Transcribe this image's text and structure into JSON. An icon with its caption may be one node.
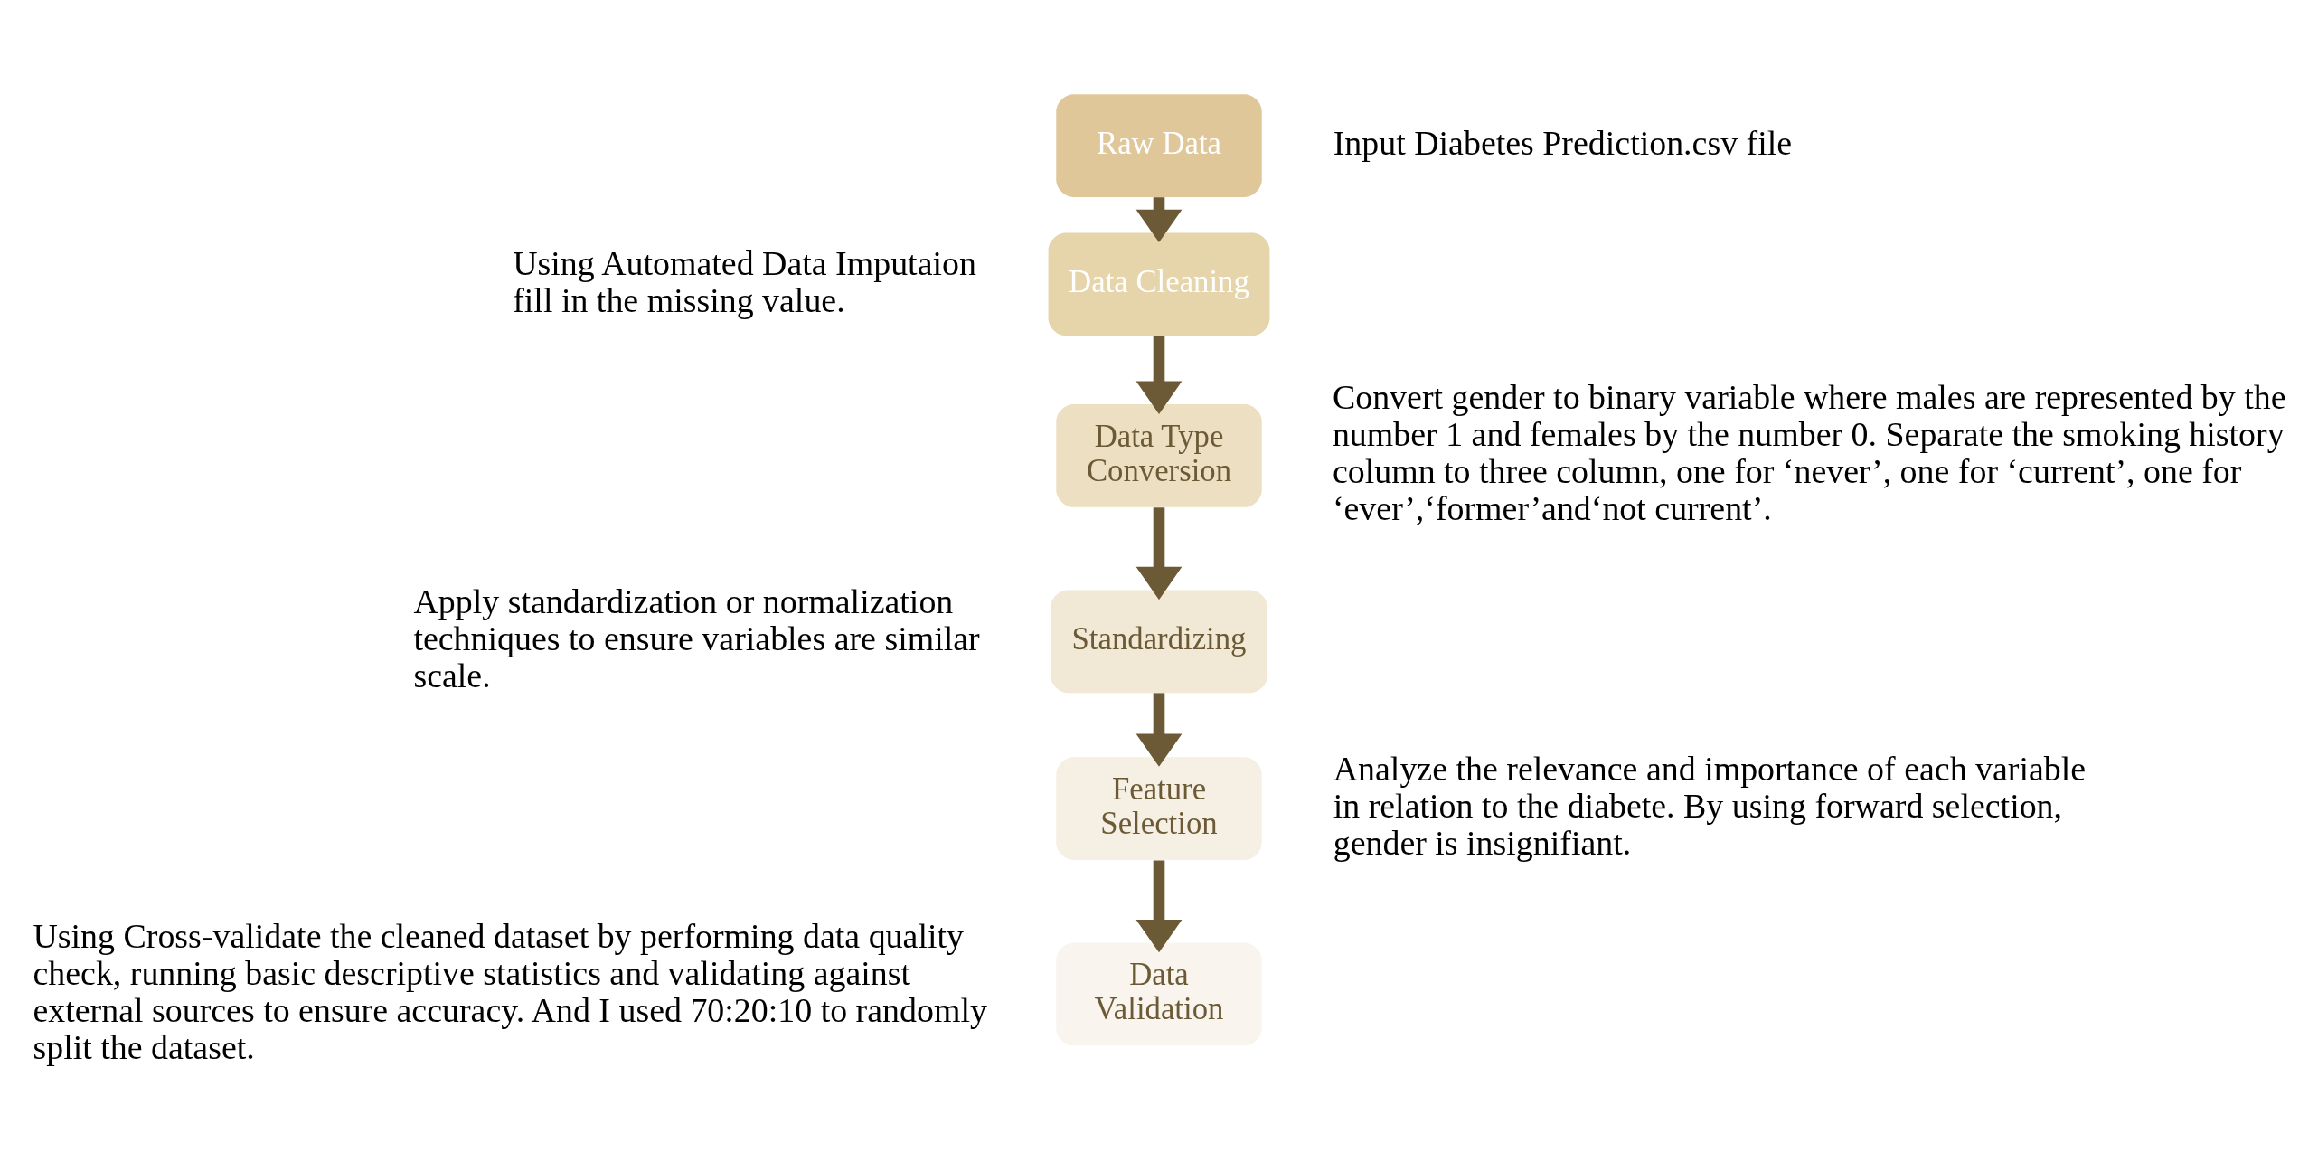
{
  "diagram": {
    "nodes": [
      {
        "text": [
          "Raw Data"
        ],
        "beside": [
          "Input Diabetes Prediction.csv file"
        ]
      },
      {
        "text": [
          "Data Cleaning"
        ],
        "beside": [
          "Using Automated Data Imputaion fill in the missing value."
        ]
      },
      {
        "text": [
          "Data Type Conversion"
        ],
        "beside": [
          "Convert gender to binary variable where males are represented by the number 1 and females by the number 0. Separate the smoking history column to three column, one for ‘never’, one for ‘current’, one for ‘ever’,‘former’and‘not current’."
        ]
      },
      {
        "text": [
          "Standardizing"
        ],
        "beside": [
          "Apply standardization or normalization techniques to ensure variables are similar scale."
        ]
      },
      {
        "text": [
          "Feature Selection"
        ],
        "beside": [
          "Analyze the relevance and importance of each variable in relation to the diabete. By using forward selection, gender is insignifiant."
        ]
      },
      {
        "text": [
          "Data Validation"
        ],
        "beside": [
          "Using Cross-validate the cleaned dataset by performing data quality check, running basic descriptive statistics and validating against external sources to ensure accuracy. And I used 70:20:10 to randomly split the dataset."
        ]
      }
    ],
    "edges": [
      {
        "from": 0,
        "to": 1,
        "arrow": "to"
      },
      {
        "from": 1,
        "to": 2,
        "arrow": "to"
      },
      {
        "from": 2,
        "to": 3,
        "arrow": "to"
      },
      {
        "from": 3,
        "to": 4,
        "arrow": "to"
      },
      {
        "from": 4,
        "to": 5,
        "arrow": "to"
      }
    ]
  }
}
